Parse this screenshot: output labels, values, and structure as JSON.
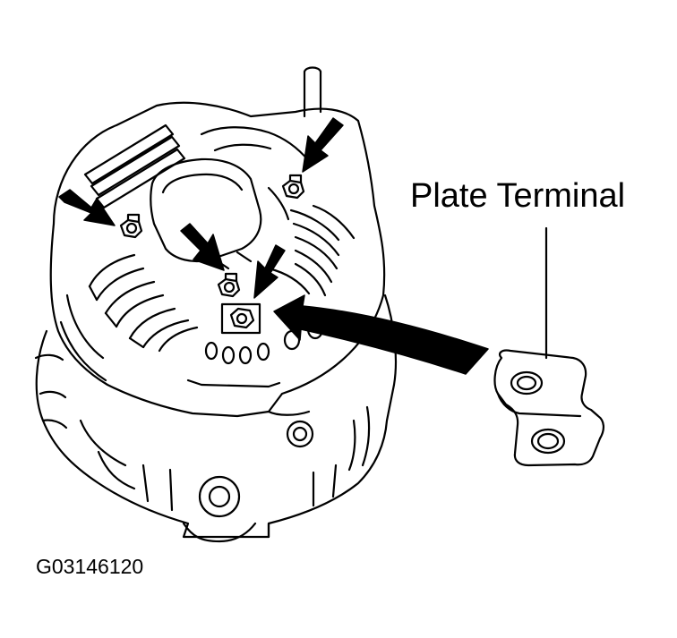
{
  "diagram": {
    "callout_label": "Plate Terminal",
    "figure_id": "G03146120",
    "colors": {
      "line": "#000000",
      "background": "#ffffff"
    },
    "parts": [
      "alternator",
      "nut",
      "plate-terminal"
    ],
    "arrow_count": 5
  }
}
